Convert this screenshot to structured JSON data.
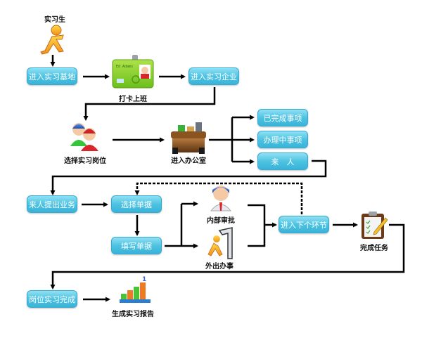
{
  "title": "实习流程图",
  "start": {
    "label": "实习生",
    "icon": "runner-icon"
  },
  "nodes": {
    "enter_base": "进入实习基地",
    "clock_in": "打卡上班",
    "enter_company": "进入实习企业",
    "choose_position": "选择实习岗位",
    "enter_office": "进入办公室",
    "done_items": "已完成事项",
    "in_progress_items": "办理中事项",
    "visitor": "来　人",
    "visitor_request": "来人提出业务",
    "choose_form": "选择单据",
    "fill_form": "填写单据",
    "internal_approval": "内部审批",
    "outside_errand": "外出办事",
    "next_step": "进入下个环节",
    "task_done": "完成任务",
    "internship_done": "岗位实习完成",
    "generate_report": "生成实习报告"
  },
  "id_card": {
    "name": "Ed Adams"
  },
  "colors": {
    "box_fill": "#4ec3e2",
    "box_border": "#3aa9cf",
    "line": "#000000",
    "label": "#111111"
  }
}
